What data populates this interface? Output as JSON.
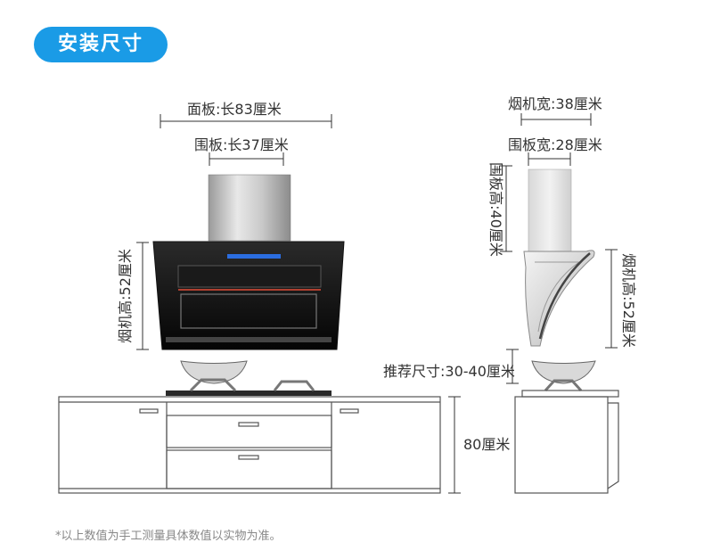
{
  "header": {
    "title": "安装尺寸"
  },
  "front_view": {
    "panel_length": "面板:长83厘米",
    "shroud_length": "围板:长37厘米",
    "hood_height": "烟机高:52厘米",
    "cabinet_height": "80厘米"
  },
  "side_view": {
    "hood_width": "烟机宽:38厘米",
    "shroud_width": "围板宽:28厘米",
    "shroud_height": "围板高:40厘米",
    "hood_height": "烟机高:52厘米",
    "recommended_size": "推荐尺寸:30-40厘米"
  },
  "footnote": "*以上数值为手工测量具体数值以实物为准。"
}
